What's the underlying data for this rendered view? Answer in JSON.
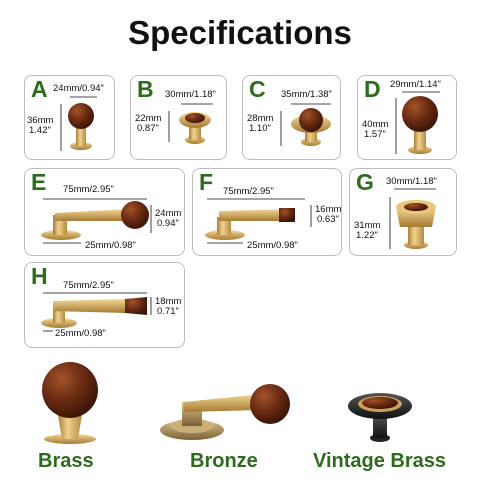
{
  "title": "Specifications",
  "colors": {
    "accent": "#2d6b1d",
    "brass": "#c9a15a",
    "wood": "#6a2b12",
    "vintage": "#2a2a2a"
  },
  "cards": {
    "A": {
      "letter": "A",
      "width": "24mm/0.94\"",
      "height_mm": "36mm",
      "height_in": "1.42\""
    },
    "B": {
      "letter": "B",
      "width": "30mm/1.18\"",
      "height_mm": "22mm",
      "height_in": "0.87\""
    },
    "C": {
      "letter": "C",
      "width": "35mm/1.38\"",
      "height_mm": "28mm",
      "height_in": "1.10\""
    },
    "D": {
      "letter": "D",
      "width": "29mm/1.14\"",
      "height_mm": "40mm",
      "height_in": "1.57\""
    },
    "E": {
      "letter": "E",
      "length": "75mm/2.95\"",
      "base": "25mm/0.98\"",
      "height_mm": "24mm",
      "height_in": "0.94\""
    },
    "F": {
      "letter": "F",
      "length": "75mm/2.95\"",
      "base": "25mm/0.98\"",
      "height_mm": "16mm",
      "height_in": "0.63\""
    },
    "G": {
      "letter": "G",
      "width": "30mm/1.18\"",
      "height_mm": "31mm",
      "height_in": "1.22\""
    },
    "H": {
      "letter": "H",
      "length": "75mm/2.95\"",
      "base": "25mm/0.98\"",
      "height_mm": "18mm",
      "height_in": "0.71\""
    }
  },
  "finishes": [
    "Brass",
    "Bronze",
    "Vintage Brass"
  ]
}
